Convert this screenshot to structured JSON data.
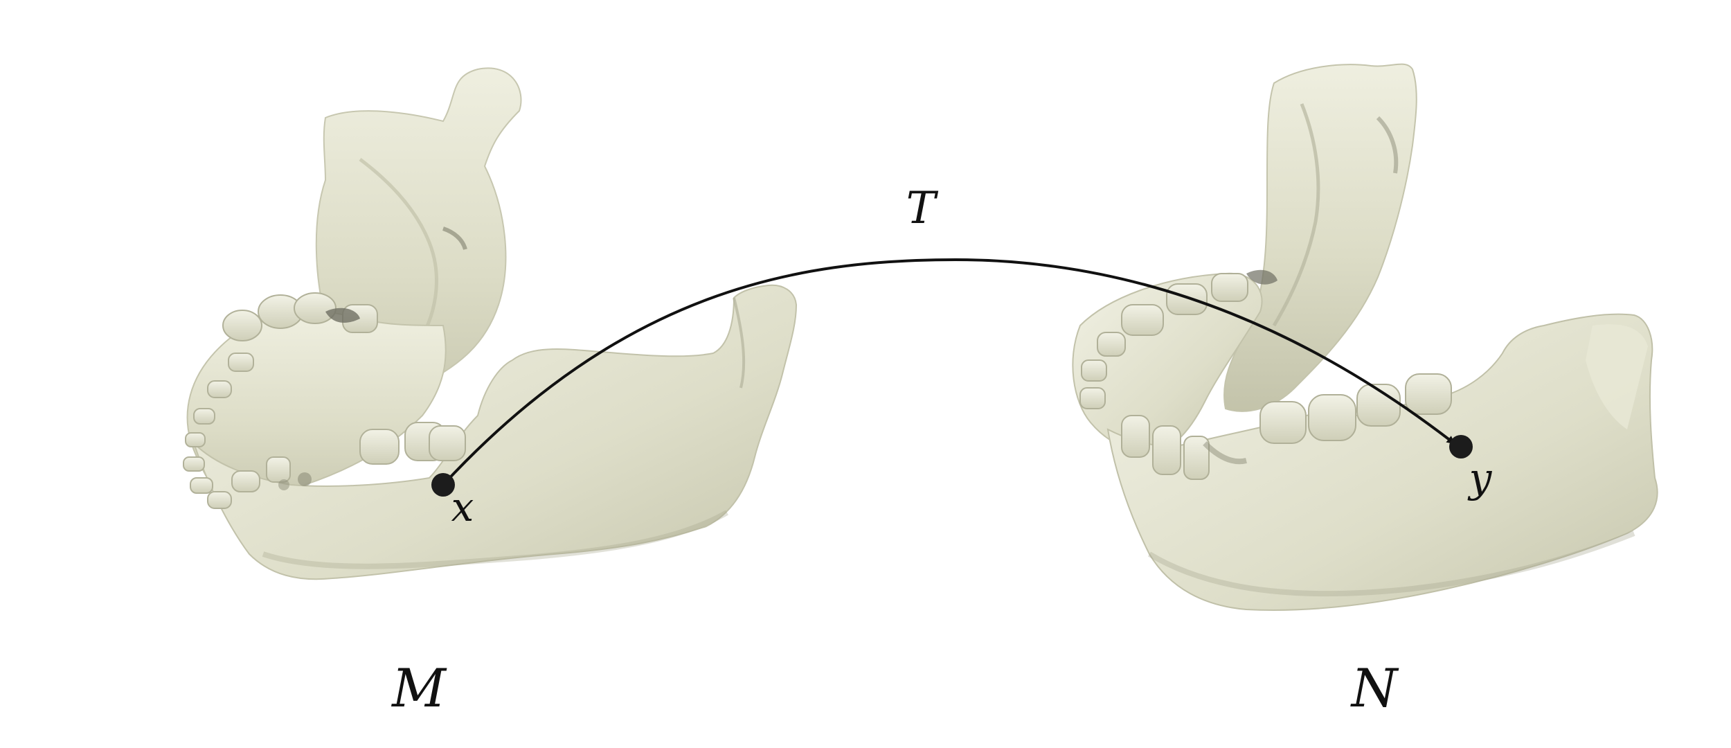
{
  "labels": {
    "source_shape": "M",
    "target_shape": "N",
    "map": "T",
    "source_point": "x",
    "target_point": "y"
  },
  "colors": {
    "bone_light": "#e9e9d8",
    "bone_mid": "#d8d8c1",
    "bone_shadow": "#b9b9a0",
    "bone_dark": "#8f8f78",
    "cavity": "#6f6f63",
    "ink": "#111111",
    "background": "#ffffff"
  },
  "objects": {
    "source": "mandible",
    "target": "mandible"
  }
}
